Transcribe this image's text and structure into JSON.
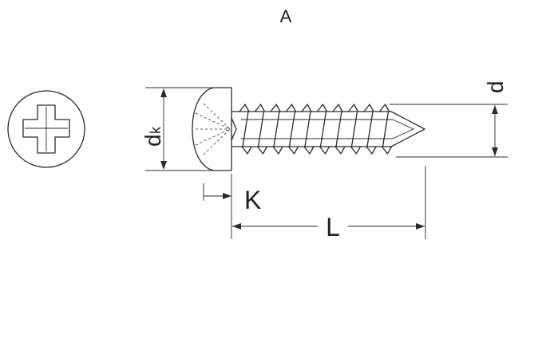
{
  "title": "A",
  "labels": {
    "head_diameter": "d",
    "head_diameter_sub": "k",
    "thread_diameter": "d",
    "head_height": "K",
    "length": "L"
  }
}
